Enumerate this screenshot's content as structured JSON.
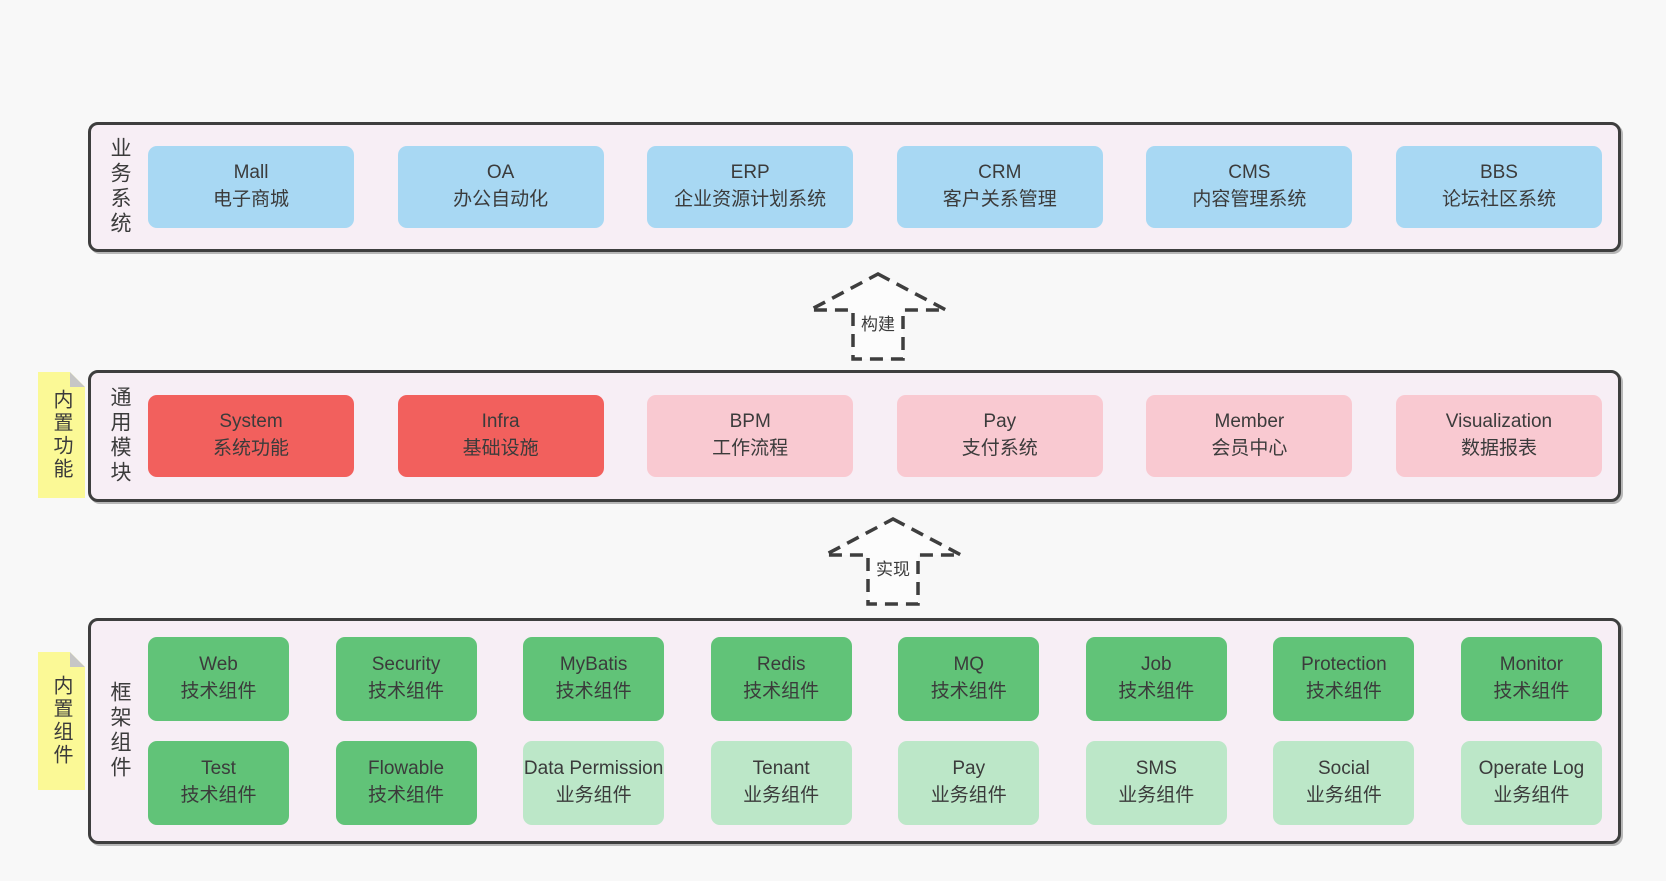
{
  "palette": {
    "background": "#f8f8f8",
    "panel_fill": "#f7eef5",
    "panel_border": "#3e3e3e",
    "box_blue": "#a8d8f3",
    "box_red": "#f2605d",
    "box_pink": "#f9c9d1",
    "box_green": "#61c378",
    "box_green_light": "#bce7c8",
    "note_yellow": "#fbf996",
    "note_fold_gray": "#c6c6c6",
    "text": "#3b3b3b"
  },
  "layers": [
    {
      "label": "业务系统",
      "side_note": "",
      "rows": [
        [
          {
            "title": "Mall",
            "subtitle": "电子商城"
          },
          {
            "title": "OA",
            "subtitle": "办公自动化"
          },
          {
            "title": "ERP",
            "subtitle": "企业资源计划系统"
          },
          {
            "title": "CRM",
            "subtitle": "客户关系管理"
          },
          {
            "title": "CMS",
            "subtitle": "内容管理系统"
          },
          {
            "title": "BBS",
            "subtitle": "论坛社区系统"
          }
        ]
      ]
    },
    {
      "label": "通用模块",
      "side_note": "内置功能",
      "rows": [
        [
          {
            "title": "System",
            "subtitle": "系统功能"
          },
          {
            "title": "Infra",
            "subtitle": "基础设施"
          },
          {
            "title": "BPM",
            "subtitle": "工作流程"
          },
          {
            "title": "Pay",
            "subtitle": "支付系统"
          },
          {
            "title": "Member",
            "subtitle": "会员中心"
          },
          {
            "title": "Visualization",
            "subtitle": "数据报表"
          }
        ]
      ]
    },
    {
      "label": "框架组件",
      "side_note": "内置组件",
      "rows": [
        [
          {
            "title": "Web",
            "subtitle": "技术组件"
          },
          {
            "title": "Security",
            "subtitle": "技术组件"
          },
          {
            "title": "MyBatis",
            "subtitle": "技术组件"
          },
          {
            "title": "Redis",
            "subtitle": "技术组件"
          },
          {
            "title": "MQ",
            "subtitle": "技术组件"
          },
          {
            "title": "Job",
            "subtitle": "技术组件"
          },
          {
            "title": "Protection",
            "subtitle": "技术组件"
          },
          {
            "title": "Monitor",
            "subtitle": "技术组件"
          }
        ],
        [
          {
            "title": "Test",
            "subtitle": "技术组件"
          },
          {
            "title": "Flowable",
            "subtitle": "技术组件"
          },
          {
            "title": "Data Permission",
            "subtitle": "业务组件"
          },
          {
            "title": "Tenant",
            "subtitle": "业务组件"
          },
          {
            "title": "Pay",
            "subtitle": "业务组件"
          },
          {
            "title": "SMS",
            "subtitle": "业务组件"
          },
          {
            "title": "Social",
            "subtitle": "业务组件"
          },
          {
            "title": "Operate Log",
            "subtitle": "业务组件"
          }
        ]
      ]
    }
  ],
  "arrows": [
    {
      "label": "构建"
    },
    {
      "label": "实现"
    }
  ]
}
